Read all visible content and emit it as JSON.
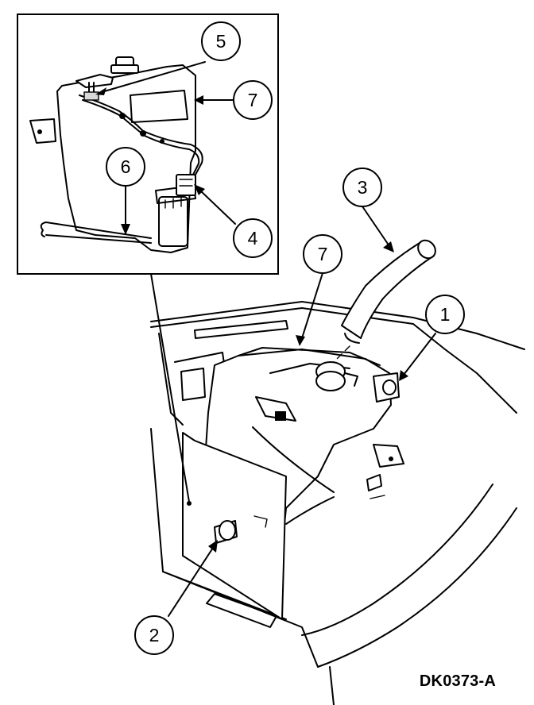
{
  "figure": {
    "id_label": "DK0373-A"
  },
  "callouts": [
    {
      "key": "c1",
      "label": "1"
    },
    {
      "key": "c2",
      "label": "2"
    },
    {
      "key": "c3",
      "label": "3"
    },
    {
      "key": "c4",
      "label": "4"
    },
    {
      "key": "c5",
      "label": "5"
    },
    {
      "key": "c6",
      "label": "6"
    },
    {
      "key": "c7a",
      "label": "7"
    },
    {
      "key": "c7b",
      "label": "7"
    }
  ]
}
